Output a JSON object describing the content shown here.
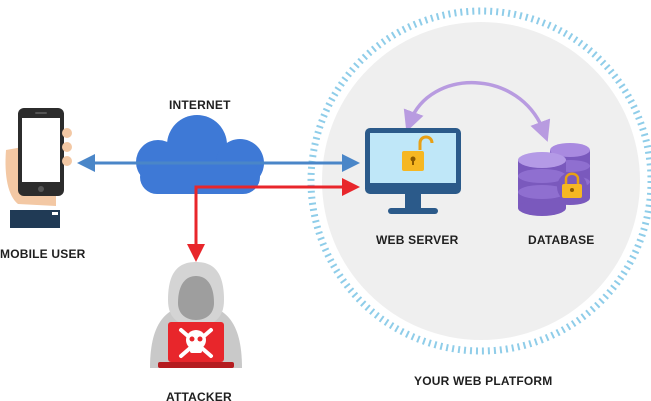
{
  "labels": {
    "internet": "INTERNET",
    "mobile_user": "MOBILE USER",
    "web_server": "WEB SERVER",
    "database": "DATABASE",
    "platform": "YOUR WEB PLATFORM",
    "attacker": "ATTACKER"
  },
  "icons": {
    "phone": "smartphone-in-hand-icon",
    "cloud": "cloud-icon",
    "server": "monitor-with-unlocked-padlock-icon",
    "database": "database-with-locked-padlock-icon",
    "attacker": "hooded-hacker-with-skull-laptop-icon"
  },
  "colors": {
    "legit_flow": "#4a86c8",
    "attack_flow": "#e8262b",
    "sync_arrow": "#b89be0",
    "cloud": "#3e79d6",
    "platform_ring": "#7fc4e6",
    "platform_fill": "#efefef"
  }
}
